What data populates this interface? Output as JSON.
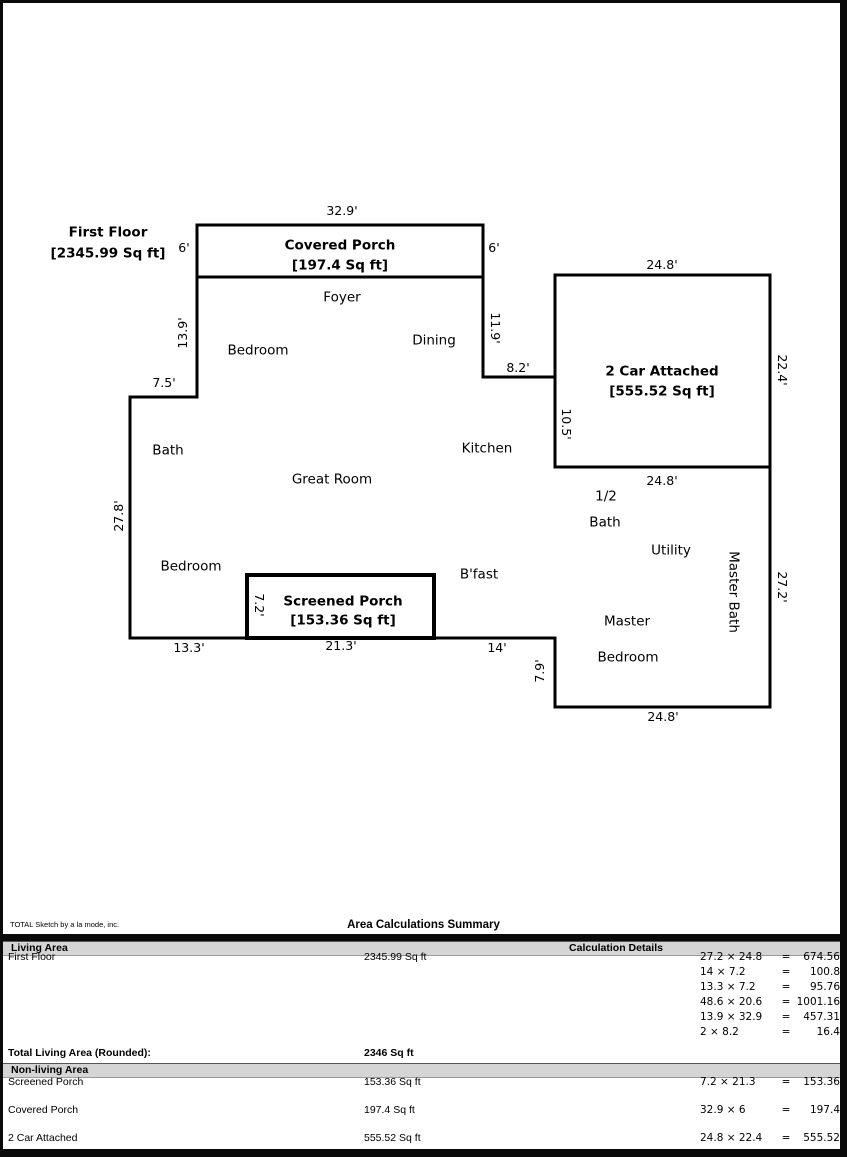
{
  "plan": {
    "first_floor": {
      "title": "First Floor",
      "area": "[2345.99 Sq ft]"
    },
    "covered_porch": {
      "title": "Covered Porch",
      "area": "[197.4 Sq ft]"
    },
    "screened_porch": {
      "title": "Screened Porch",
      "area": "[153.36 Sq ft]"
    },
    "garage": {
      "title": "2 Car Attached",
      "area": "[555.52 Sq ft]"
    },
    "rooms": {
      "foyer": "Foyer",
      "bedroom_upper": "Bedroom",
      "dining": "Dining",
      "bath": "Bath",
      "kitchen": "Kitchen",
      "great_room": "Great Room",
      "half_bath_line1": "1/2",
      "half_bath_line2": "Bath",
      "utility": "Utility",
      "master_bath": "Master Bath",
      "bedroom_lower": "Bedroom",
      "bfast": "B'fast",
      "master_line1": "Master",
      "master_line2": "Bedroom"
    },
    "dims": {
      "porch_top": "32.9'",
      "porch_left": "6'",
      "porch_right": "6'",
      "left_upper": "13.9'",
      "left_jog": "7.5'",
      "left_lower": "27.8'",
      "right_upper": "11.9'",
      "kitchen_jog": "8.2'",
      "garage_left": "10.5'",
      "garage_top": "24.8'",
      "garage_right": "22.4'",
      "garage_bottom": "24.8'",
      "bottom_left": "13.3'",
      "screened_bottom": "21.3'",
      "screened_left": "7.2'",
      "bottom_mid": "14'",
      "bottom_jog": "7.9'",
      "master_right": "27.2'",
      "master_bottom": "24.8'"
    }
  },
  "footer": {
    "brand": "TOTAL Sketch by a la mode, inc.",
    "title": "Area Calculations Summary"
  },
  "table": {
    "living_header": "Living Area",
    "calc_header": "Calculation Details",
    "nonliving_header": "Non-living Area",
    "equals": "=",
    "living_rows": [
      {
        "name": "First Floor",
        "area": "2345.99 Sq ft",
        "calcs": [
          {
            "expr": "27.2 × 24.8",
            "result": "674.56"
          },
          {
            "expr": "14 × 7.2",
            "result": "100.8"
          },
          {
            "expr": "13.3 × 7.2",
            "result": "95.76"
          },
          {
            "expr": "48.6 × 20.6",
            "result": "1001.16"
          },
          {
            "expr": "13.9 × 32.9",
            "result": "457.31"
          },
          {
            "expr": "2 × 8.2",
            "result": "16.4"
          }
        ]
      }
    ],
    "total_label": "Total Living Area (Rounded):",
    "total_value": "2346 Sq ft",
    "nonliving_rows": [
      {
        "name": "Screened Porch",
        "area": "153.36 Sq ft",
        "expr": "7.2 × 21.3",
        "result": "153.36"
      },
      {
        "name": "Covered Porch",
        "area": "197.4 Sq ft",
        "expr": "32.9 × 6",
        "result": "197.4"
      },
      {
        "name": "2 Car Attached",
        "area": "555.52 Sq ft",
        "expr": "24.8 × 22.4",
        "result": "555.52"
      }
    ]
  }
}
